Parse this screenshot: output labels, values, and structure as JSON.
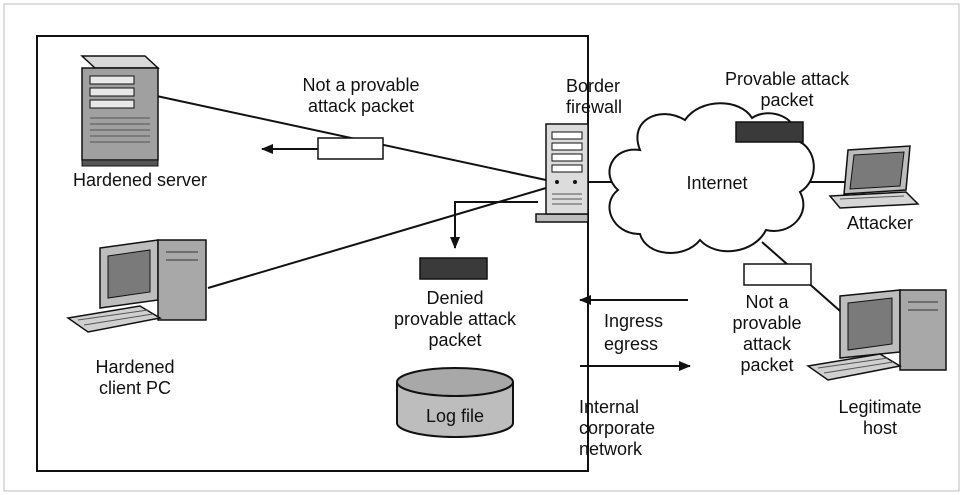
{
  "labels": {
    "not_provable_top": [
      "Not a provable",
      "attack packet"
    ],
    "hardened_server": "Hardened server",
    "border_firewall": [
      "Border",
      "firewall"
    ],
    "provable_attack": [
      "Provable attack",
      "packet"
    ],
    "internet": "Internet",
    "attacker": "Attacker",
    "denied": [
      "Denied",
      "provable attack",
      "packet"
    ],
    "log_file": "Log file",
    "hardened_client": [
      "Hardened",
      "client PC"
    ],
    "ingress": "Ingress",
    "egress": "egress",
    "internal": [
      "Internal",
      "corporate",
      "network"
    ],
    "not_provable_right": [
      "Not a",
      "provable",
      "attack",
      "packet"
    ],
    "legit_host": [
      "Legitimate",
      "host"
    ]
  },
  "colors": {
    "line": "#111111",
    "dark_packet": "#3a3a3a",
    "device_gray": "#9a9a9a",
    "screen": "#7a7a7a",
    "cloud_fill": "#ffffff",
    "frame": "#bdbdbd"
  }
}
